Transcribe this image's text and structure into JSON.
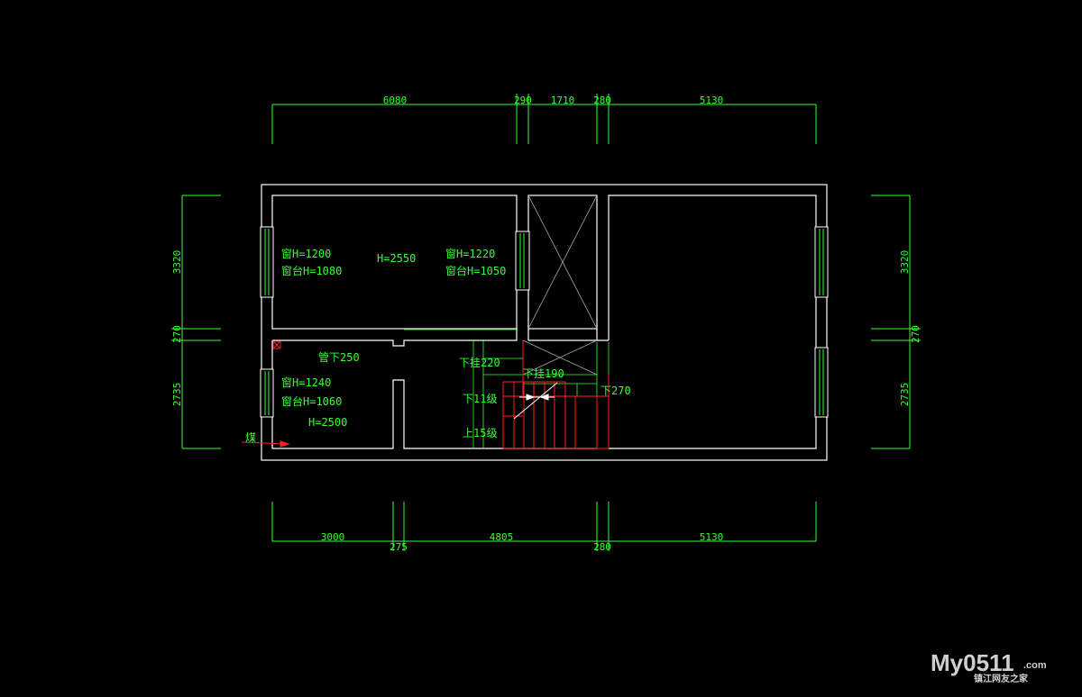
{
  "colors": {
    "background": "#000000",
    "wall": "#ffffff",
    "dimension": "#33ff33",
    "stair_red": "#ff2020",
    "watermark": "#cfcfcf"
  },
  "dimensions": {
    "top": [
      "6080",
      "290",
      "1710",
      "280",
      "5130"
    ],
    "bottom": [
      "3000",
      "275",
      "4805",
      "280",
      "5130"
    ],
    "left": [
      "3320",
      "270",
      "2735"
    ],
    "right": [
      "3320",
      "270",
      "2735"
    ]
  },
  "room_labels": {
    "upper_left_window_h": "窗H=1200",
    "upper_left_sill_h": "窗台H=1080",
    "upper_left_ceiling": "H=2550",
    "upper_right_window_h": "窗H=1220",
    "upper_right_sill_h": "窗台H=1050",
    "pipe_below": "管下250",
    "lower_left_window_h": "窗H=1240",
    "lower_left_sill_h": "窗台H=1060",
    "lower_left_ceiling": "H=2500",
    "gas_label": "煤"
  },
  "stair_labels": {
    "beam_down_220": "下挂220",
    "beam_down_190": "下挂190",
    "down_270": "下270",
    "down_steps": "下11级",
    "up_steps": "上15级"
  },
  "watermark": {
    "logo": "My0511",
    "suffix": ".com",
    "tagline": "镇江网友之家"
  }
}
